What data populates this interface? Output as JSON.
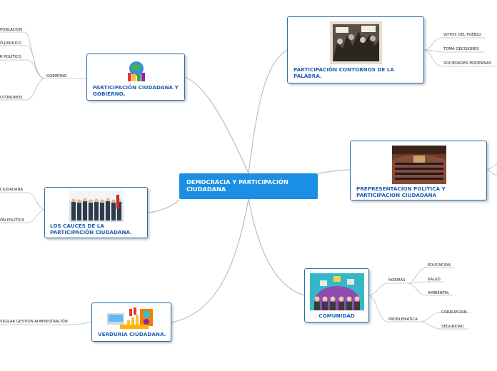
{
  "center": {
    "title": "DEMOCRACIA Y PARTICIPACIÓN CIUDADANA"
  },
  "nodes": {
    "contornos": {
      "title": "PARTICIPACIÓN CONTORNOS DE LA PALABRA.",
      "children": [
        "VOTOS DEL PUEBLO",
        "TOMA DECISIONES",
        "SOCIEDADES MODERNAS"
      ]
    },
    "representacion": {
      "title": "PREPRESENTACION POLITICA Y PARTICIPACION CIUDADANA"
    },
    "comunidad": {
      "title": "COMUNIDAD",
      "normas": "NORMAS",
      "normas_children": [
        "EDUCACION",
        "SALUD",
        "AMBIENTAL"
      ],
      "problematica": "PROBLEMÁTICA",
      "problematica_children": [
        "CORRUPCION",
        "SEGURIDAD"
      ]
    },
    "gobierno": {
      "title": "PARTICIPACIÓN CIUDADANA Y GOBIERNO,",
      "branch": "GOBIERNO",
      "children": [
        "POBLACION",
        "O JURIDICO",
        "R POLÍTICO",
        "UTÓNOMOS"
      ]
    },
    "cauces": {
      "title": "LOS CAUCES DE LA PARTICIPACIÓN CIUDADANA.",
      "children": [
        "CIUDADANA",
        "ÓN POLÍTICA"
      ]
    },
    "verduria": {
      "title": "VERDURIA CIUDADANA.",
      "children": [
        "VIGILAR GESTIÓN ADMINISTRACIÓN"
      ]
    }
  }
}
